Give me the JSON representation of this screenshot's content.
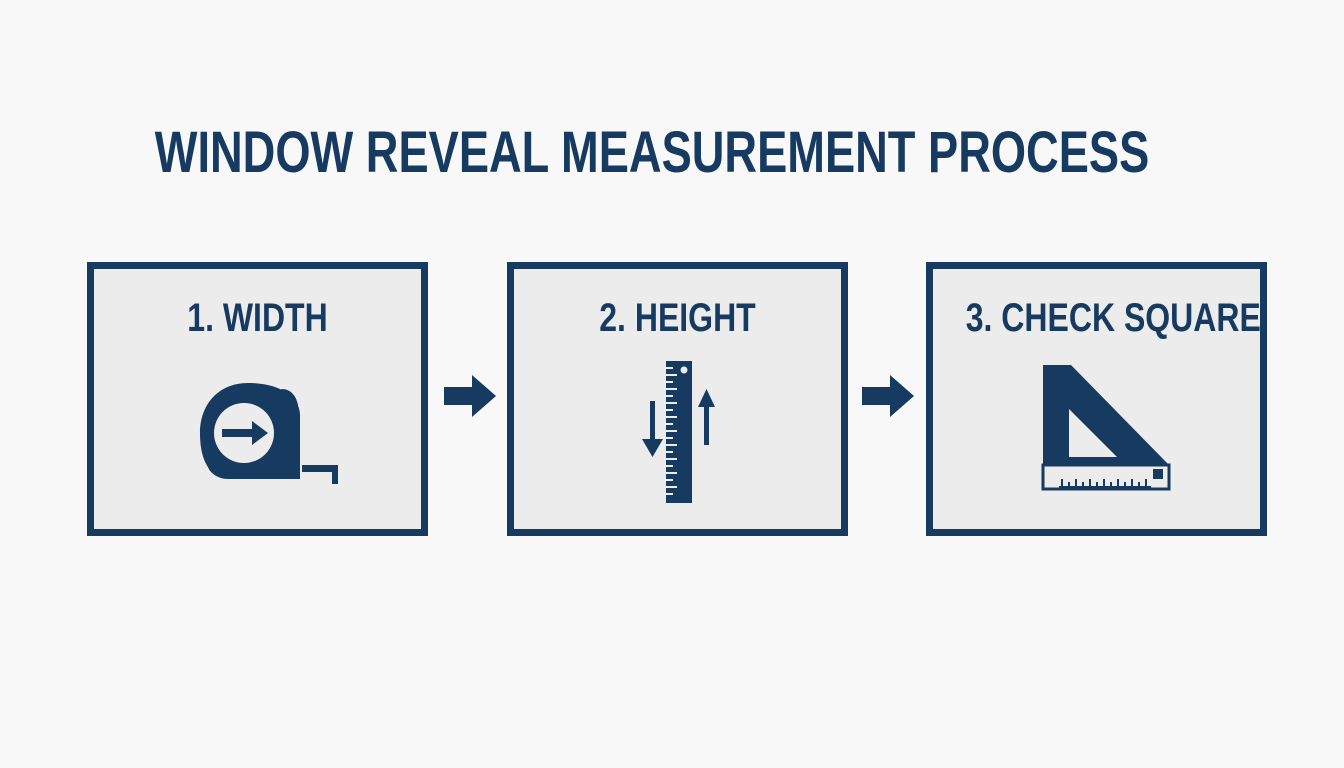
{
  "title": "WINDOW REVEAL MEASUREMENT PROCESS",
  "colors": {
    "primary": "#163a60",
    "box_fill": "#ececec",
    "background": "#f8f8f8"
  },
  "steps": [
    {
      "number": "1",
      "label": "1. WIDTH",
      "icon": "tape-measure-icon"
    },
    {
      "number": "2",
      "label": "2. HEIGHT",
      "icon": "vertical-ruler-icon"
    },
    {
      "number": "3",
      "label": "3. CHECK SQUARE",
      "icon": "set-square-icon"
    }
  ],
  "connectors": [
    {
      "icon": "arrow-right-icon"
    },
    {
      "icon": "arrow-right-icon"
    }
  ]
}
